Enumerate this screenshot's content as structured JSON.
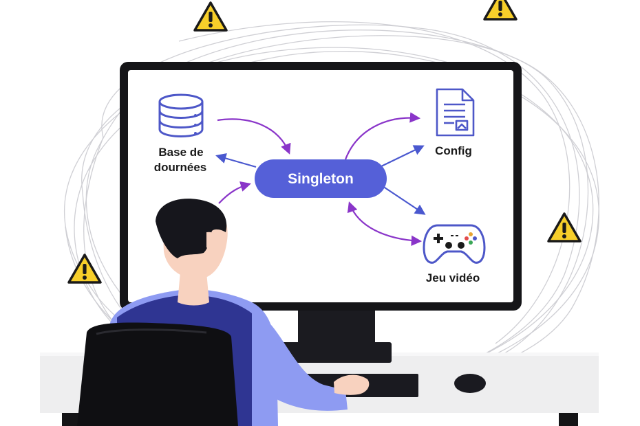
{
  "diagram": {
    "center": {
      "label": "Singleton"
    },
    "nodes": [
      {
        "id": "database",
        "label_line1": "Base de",
        "label_line2": "dournées",
        "icon": "database-icon"
      },
      {
        "id": "config",
        "label": "Config",
        "icon": "document-icon"
      },
      {
        "id": "game",
        "label": "Jeu vidéo",
        "icon": "gamepad-icon"
      }
    ]
  },
  "colors": {
    "center_fill": "#5560d8",
    "arrow_blue": "#4a58cf",
    "arrow_purple": "#8a35c9",
    "icon_stroke": "#4d57c8",
    "warning_yellow": "#f7cf2a",
    "monitor_bezel": "#151518",
    "shirt_light": "#8e9bf2",
    "vest": "#2f3592",
    "hair": "#16161c",
    "skin": "#f8d2bf"
  },
  "decor": {
    "warning_icon": "warning-icon"
  }
}
